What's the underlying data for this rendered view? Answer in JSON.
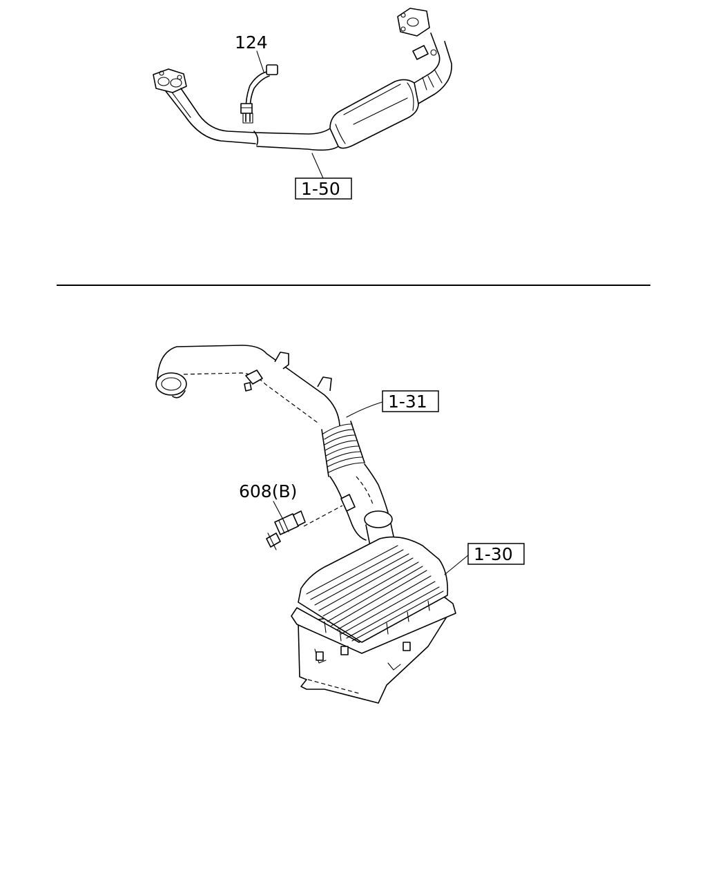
{
  "callouts": {
    "exhaust_sensor": "124",
    "exhaust_pipe_ref": "1-50",
    "intake_duct_ref": "1-31",
    "intake_sensor": "608(B)",
    "air_cleaner_ref": "1-30"
  }
}
